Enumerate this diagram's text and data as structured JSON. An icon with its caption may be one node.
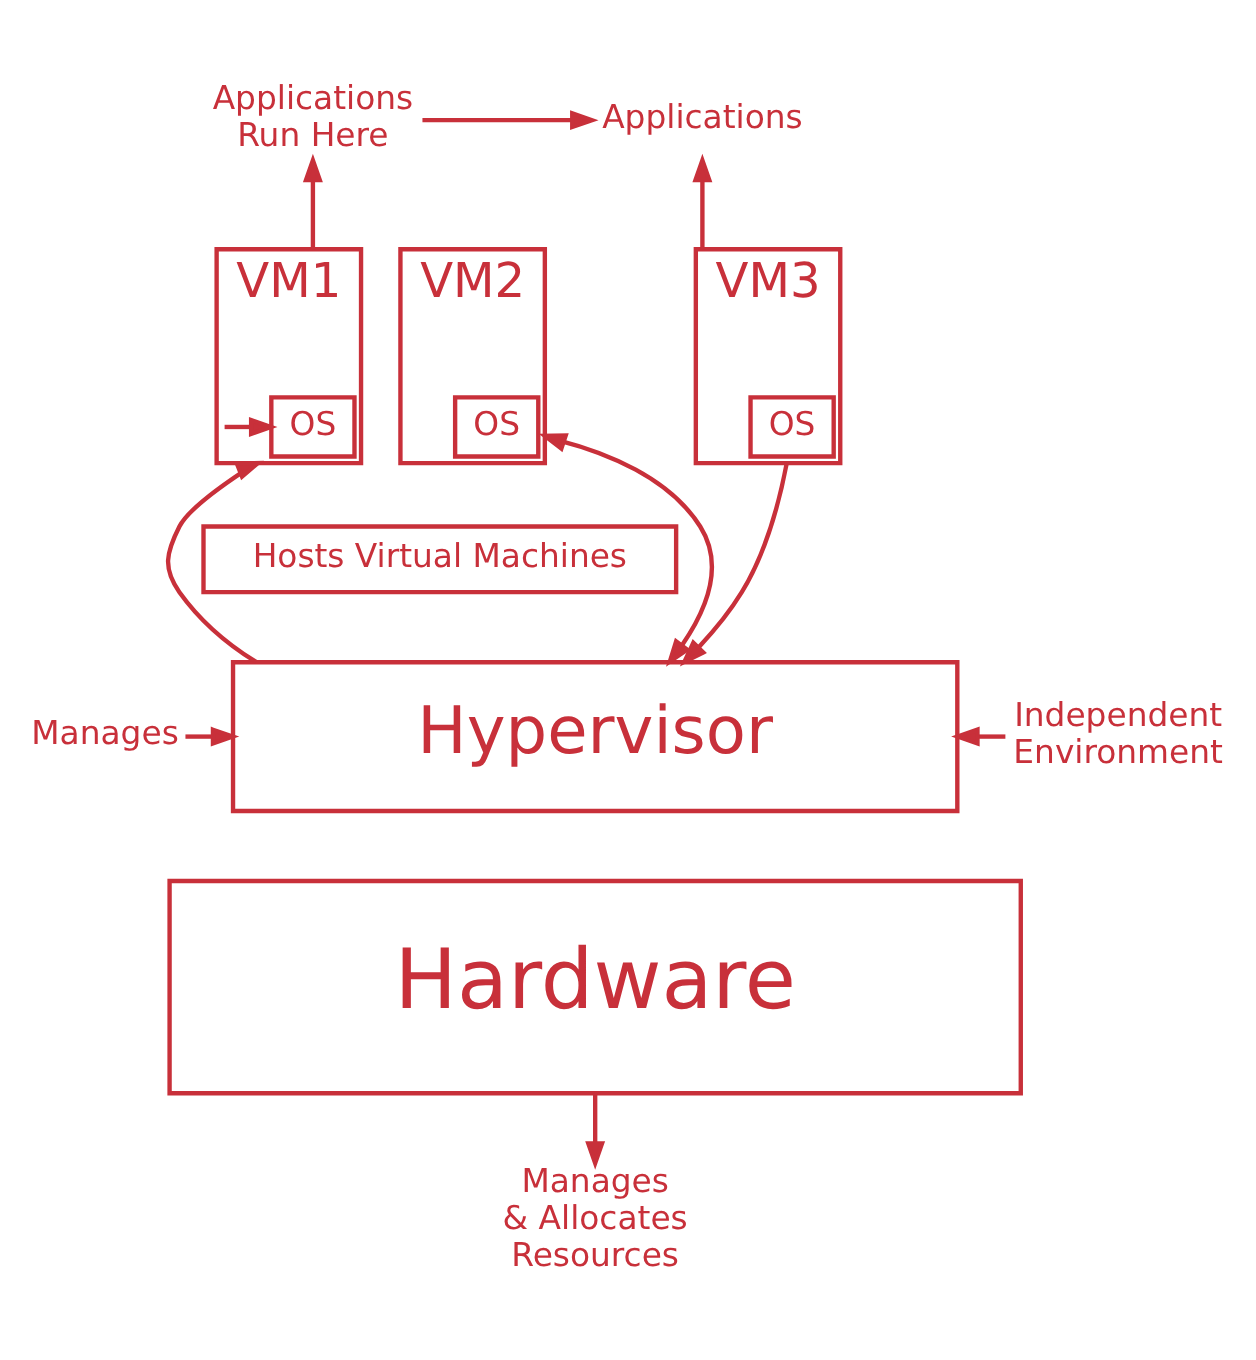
{
  "diagram": {
    "nodes": [
      {
        "text": [
          "Applications Run Here"
        ]
      },
      {
        "text": [
          "Applications"
        ]
      },
      {
        "text": [
          "VM1"
        ]
      },
      {
        "text": [
          "OS"
        ],
        "in": 2
      },
      {
        "text": [
          "VM2"
        ]
      },
      {
        "text": [
          "OS"
        ],
        "in": 4
      },
      {
        "text": [
          "VM3"
        ]
      },
      {
        "text": [
          "OS"
        ],
        "in": 6
      },
      {
        "text": [
          "Hosts Virtual Machines"
        ]
      },
      {
        "text": [
          "Manages"
        ]
      },
      {
        "text": [
          "Hypervisor"
        ]
      },
      {
        "text": [
          "Independent Environment"
        ]
      },
      {
        "text": [
          "Hardware"
        ]
      },
      {
        "text": [
          "Manages & Allocates Resources"
        ]
      }
    ],
    "edges": [
      {
        "from": 0,
        "to": 1,
        "arrow": "to"
      },
      {
        "from": 2,
        "to": 0,
        "arrow": "to"
      },
      {
        "from": 6,
        "to": 1,
        "arrow": "to"
      },
      {
        "from": 2,
        "to": 3,
        "arrow": "to"
      },
      {
        "from": 10,
        "to": 2,
        "arrow": "to"
      },
      {
        "from": 4,
        "to": 10,
        "arrow": "both"
      },
      {
        "from": 6,
        "to": 10,
        "arrow": "to"
      },
      {
        "from": 9,
        "to": 10,
        "arrow": "to"
      },
      {
        "from": 11,
        "to": 10,
        "arrow": "to"
      },
      {
        "from": 12,
        "to": 13,
        "arrow": "to"
      }
    ]
  }
}
